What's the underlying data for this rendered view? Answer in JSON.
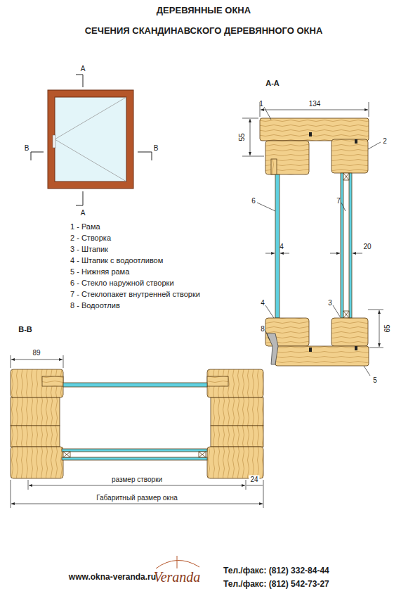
{
  "diagram": {
    "title": "ДЕРЕВЯННЫЕ ОКНА",
    "labels": [
      "СЕЧЕНИЯ СКАНДИНАВСКОГО ДЕРЕВЯННОГО ОКНА",
      "А",
      "А",
      "В",
      "В",
      "А-А",
      "134",
      "55",
      "1",
      "2",
      "6",
      "7",
      "4",
      "20",
      "4",
      "3",
      "65",
      "8",
      "5",
      "1 - Рама",
      "2 - Створка",
      "3 - Штапик",
      "4 - Штапик с водоотливом",
      "5 - Нижняя рама",
      "6 - Стекло наружной створки",
      "7 - Стеклопакет внутренней створки",
      "8 - Водоотлив",
      "В-В",
      "89",
      "размер створки",
      "24",
      "Габаритный размер окна",
      "www.okna-veranda.ru",
      "Veranda",
      "Тел./факс: (812) 332-84-44",
      "Тел./факс: (812) 542-73-27"
    ]
  }
}
